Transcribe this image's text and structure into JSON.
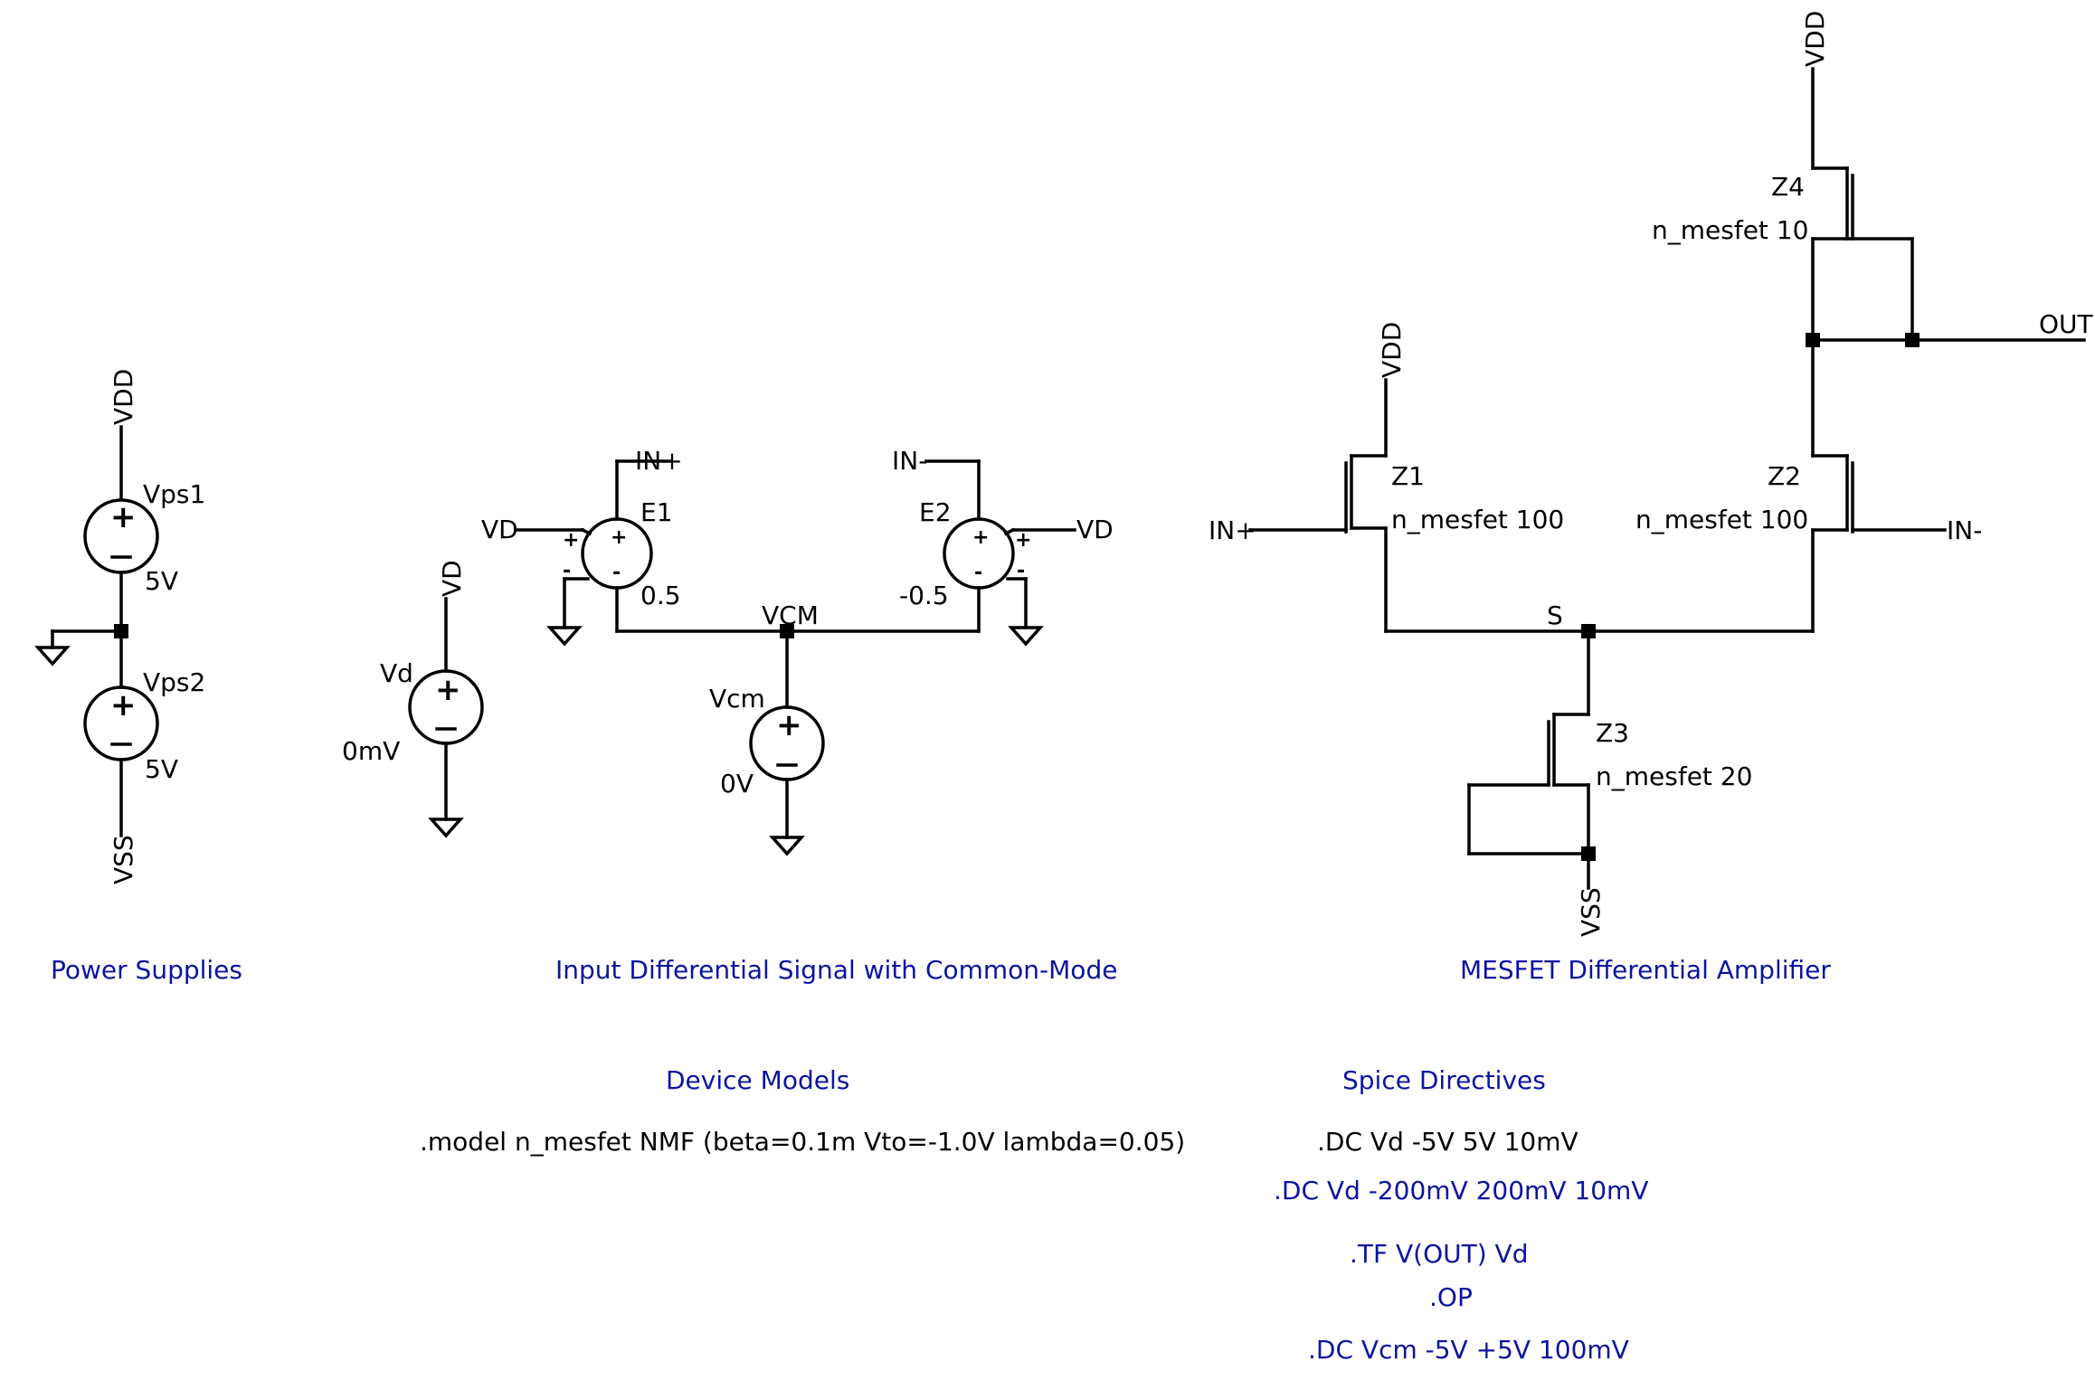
{
  "colors": {
    "wire": "#000000",
    "annotation": "#0a14a0"
  },
  "labels": {
    "power_supplies": "Power Supplies",
    "input_signal": "Input Differential Signal with Common-Mode",
    "amplifier": "MESFET Differential Amplifier",
    "device_models": "Device Models",
    "spice_directives": "Spice Directives"
  },
  "power": {
    "vdd": "VDD",
    "vss": "VSS",
    "vps1_name": "Vps1",
    "vps1_value": "5V",
    "vps2_name": "Vps2",
    "vps2_value": "5V"
  },
  "signal": {
    "vd_name": "Vd",
    "vd_value": "0mV",
    "vd_net": "VD",
    "e1_name": "E1",
    "e1_gain": "0.5",
    "e2_name": "E2",
    "e2_gain": "-0.5",
    "in_plus": "IN+",
    "in_minus": "IN-",
    "vd_left": "VD",
    "vd_right": "VD",
    "vcm_net": "VCM",
    "vcm_name": "Vcm",
    "vcm_value": "0V"
  },
  "amp": {
    "z1_name": "Z1",
    "z1_model": "n_mesfet 100",
    "z2_name": "Z2",
    "z2_model": "n_mesfet 100",
    "z3_name": "Z3",
    "z3_model": "n_mesfet 20",
    "z4_name": "Z4",
    "z4_model": "n_mesfet 10",
    "vdd_z1": "VDD",
    "vdd_z4": "VDD",
    "vss": "VSS",
    "in_plus": "IN+",
    "in_minus": "IN-",
    "out": "OUT",
    "s_node": "S"
  },
  "model_line": ".model n_mesfet NMF (beta=0.1m Vto=-1.0V lambda=0.05)",
  "directives": {
    "dc1": ".DC Vd -5V 5V 10mV",
    "dc2": ".DC Vd -200mV 200mV 10mV",
    "tf": ".TF V(OUT) Vd",
    "op": ".OP",
    "dc3": ".DC Vcm -5V +5V 100mV"
  }
}
